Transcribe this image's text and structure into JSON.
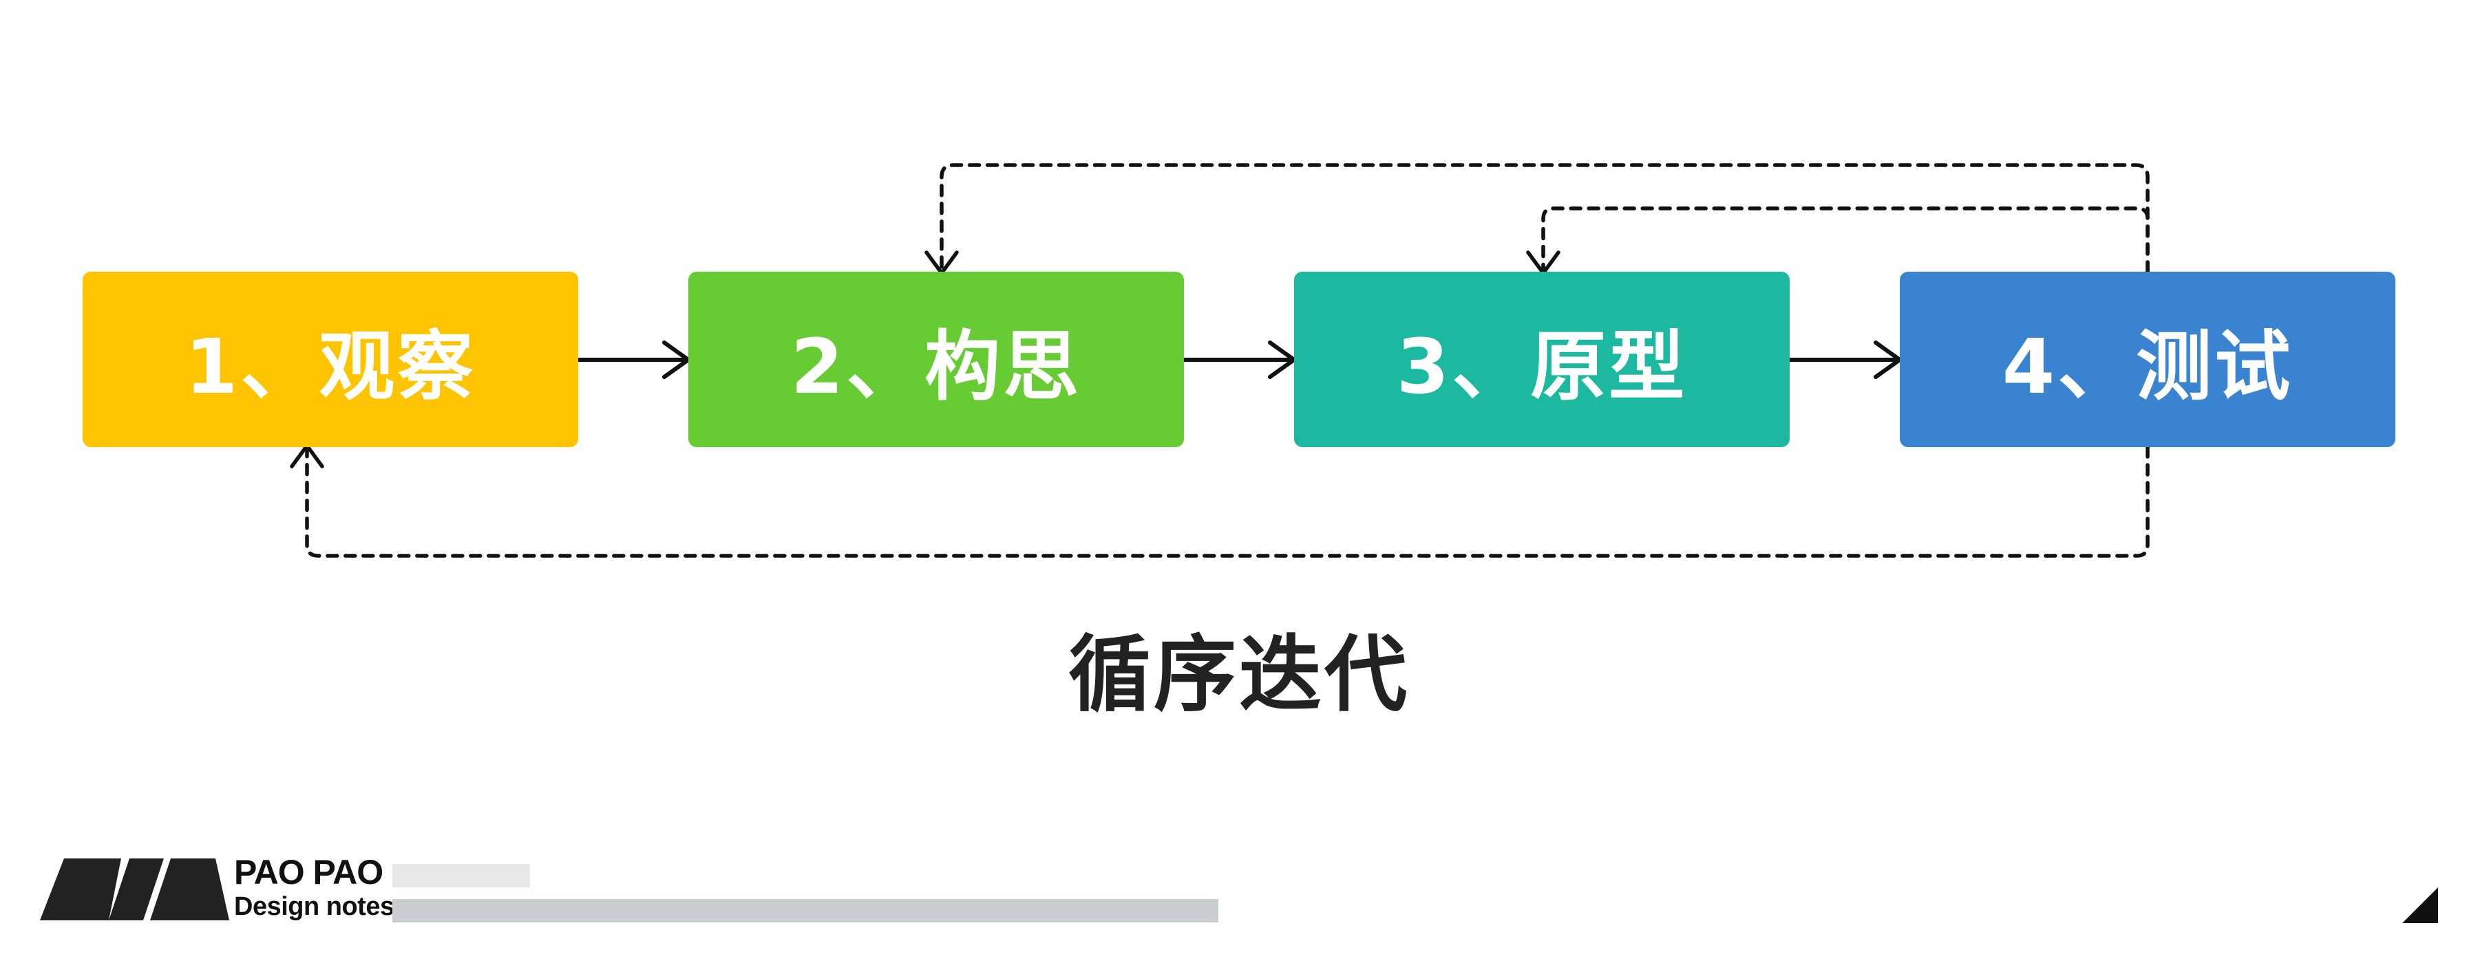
{
  "diagram": {
    "steps": [
      {
        "label": "1、观察",
        "color": "#FFC400"
      },
      {
        "label": "2、构思",
        "color": "#67CC33"
      },
      {
        "label": "3、原型",
        "color": "#1CB89F"
      },
      {
        "label": "4、测试",
        "color": "#3983D1"
      }
    ],
    "caption": "循序迭代",
    "connections": [
      {
        "from": "1、观察",
        "to": "2、构思",
        "style": "solid"
      },
      {
        "from": "2、构思",
        "to": "3、原型",
        "style": "solid"
      },
      {
        "from": "3、原型",
        "to": "4、测试",
        "style": "solid"
      },
      {
        "from": "4、测试",
        "to": "2、构思",
        "style": "dashed"
      },
      {
        "from": "4、测试",
        "to": "3、原型",
        "style": "dashed"
      },
      {
        "from": "4、测试",
        "to": "1、观察",
        "style": "dashed"
      }
    ],
    "line_color": "#111111"
  },
  "footer": {
    "brand_title": "PAO PAO",
    "brand_subtitle": "Design notes",
    "logo_color": "#222222"
  }
}
